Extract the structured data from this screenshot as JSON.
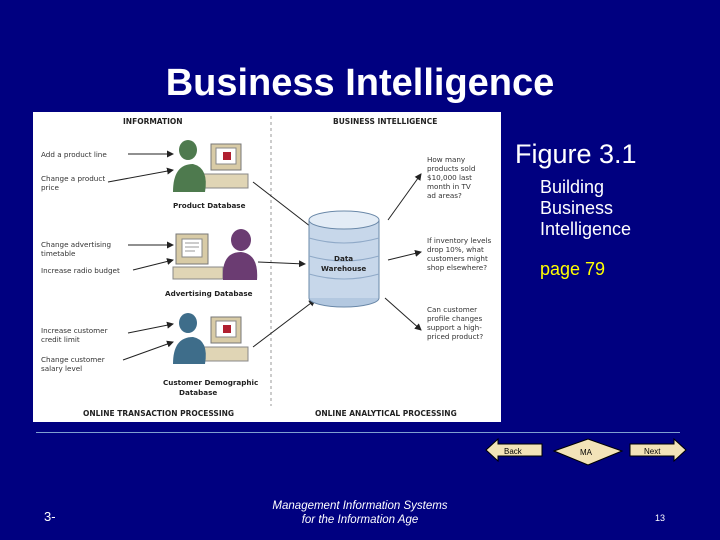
{
  "slide": {
    "title": "Business Intelligence",
    "figure_caption": "Figure 3.1",
    "description_lines": [
      "Building",
      "Business",
      "Intelligence"
    ],
    "page_ref": "page 79"
  },
  "figure": {
    "left_header": "INFORMATION",
    "right_header": "BUSINESS INTELLIGENCE",
    "bottom_left": "ONLINE TRANSACTION PROCESSING",
    "bottom_right": "ONLINE ANALYTICAL PROCESSING",
    "warehouse": [
      "Data",
      "Warehouse"
    ],
    "databases": [
      {
        "lines": [
          "Product Database"
        ]
      },
      {
        "lines": [
          "Advertising Database"
        ]
      },
      {
        "lines": [
          "Customer Demographic",
          "Database"
        ]
      }
    ],
    "inputs": [
      [
        "Add a product line"
      ],
      [
        "Change a product",
        "price"
      ],
      [
        "Change advertising",
        "timetable"
      ],
      [
        "Increase radio budget"
      ],
      [
        "Increase customer",
        "credit limit"
      ],
      [
        "Change customer",
        "salary level"
      ]
    ],
    "questions": [
      [
        "How many",
        "products sold",
        "$10,000 last",
        "month in TV",
        "ad areas?"
      ],
      [
        "If inventory levels",
        "drop 10%, what",
        "customers might",
        "shop elsewhere?"
      ],
      [
        "Can customer",
        "profile changes",
        "support a high-",
        "priced product?"
      ]
    ]
  },
  "nav": {
    "back_label": "Back",
    "home_label": "MA",
    "next_label": "Next"
  },
  "footer": {
    "left": "3-",
    "center_lines": [
      "Management Information Systems",
      "for the Information Age"
    ],
    "page_number": "13"
  },
  "colors": {
    "background": "#000080",
    "title": "#ffffff",
    "page_ref": "#ffff00",
    "nav_button": "#f2e3b8"
  }
}
